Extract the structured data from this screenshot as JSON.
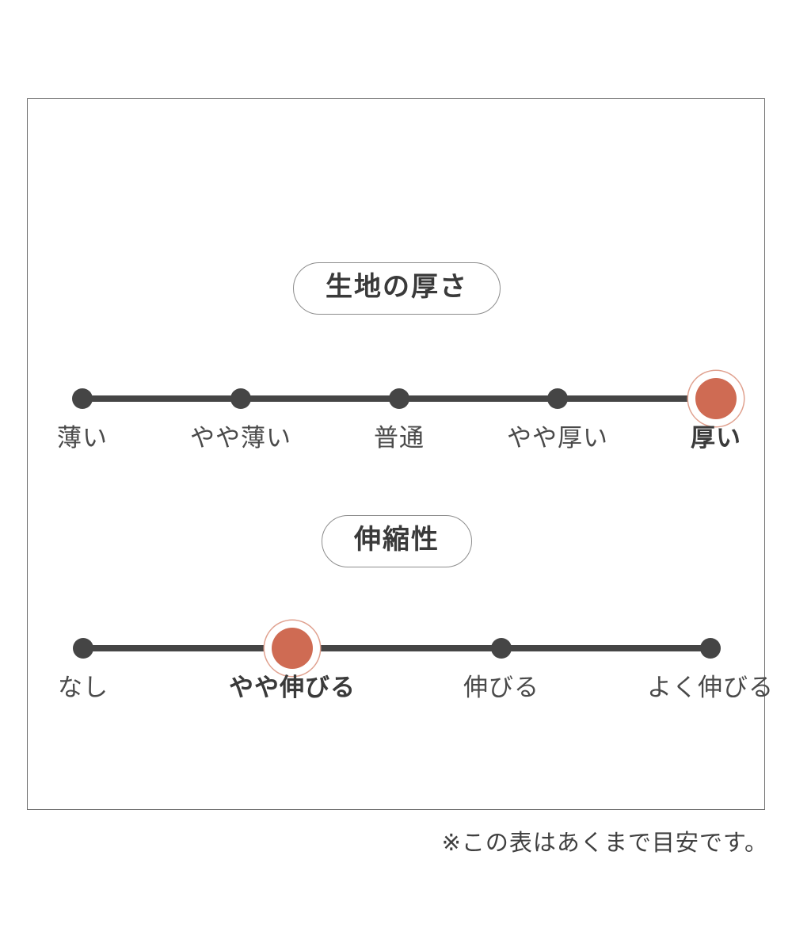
{
  "card": {
    "footnote": "※この表はあくまで目安です。"
  },
  "colors": {
    "accent": "#cf6b53",
    "accent_ring": "#e0a18f",
    "node": "#454545",
    "track": "#454545",
    "border": "#6e6e6e",
    "pill_border": "#8d8d8d",
    "text": "#4a4a4a",
    "background": "#ffffff"
  },
  "chart_data": {
    "type": "scale",
    "title": "",
    "scales": [
      {
        "id": "fabric-thickness",
        "heading": "生地の厚さ",
        "categories": [
          "薄い",
          "やや薄い",
          "普通",
          "やや厚い",
          "厚い"
        ],
        "selected_index": 4,
        "selected_label": "厚い",
        "value": 5,
        "max": 5
      },
      {
        "id": "stretchiness",
        "heading": "伸縮性",
        "categories": [
          "なし",
          "やや伸びる",
          "伸びる",
          "よく伸びる"
        ],
        "selected_index": 1,
        "selected_label": "やや伸びる",
        "value": 2,
        "max": 4
      }
    ]
  }
}
